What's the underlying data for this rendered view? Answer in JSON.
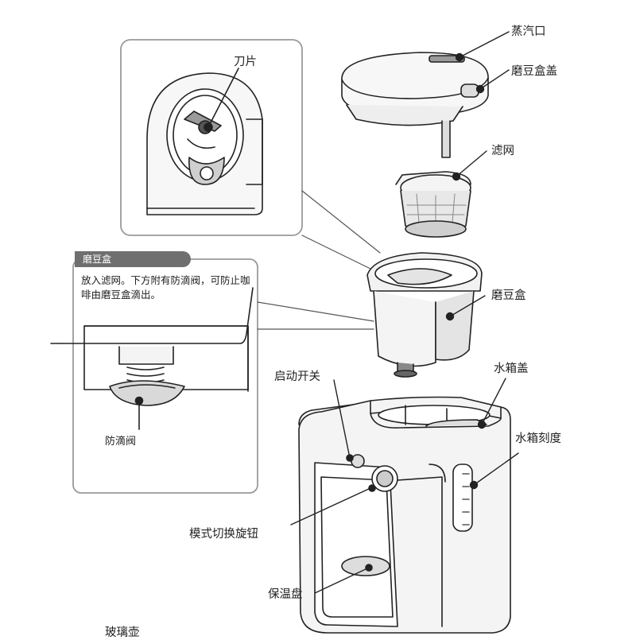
{
  "labels": {
    "steam_outlet": "蒸汽口",
    "grinder_lid": "磨豆盒盖",
    "blade": "刀片",
    "filter": "滤网",
    "grinder_box": "磨豆盒",
    "water_tank_lid": "水箱盖",
    "start_switch": "启动开关",
    "water_tank_scale": "水箱刻度",
    "mode_knob": "模式切换旋钮",
    "warming_plate": "保温盘",
    "drip_valve": "防滴阀",
    "glass_pot": "玻璃壶"
  },
  "inset": {
    "title": "磨豆盒",
    "description": "放入滤网。下方附有防滴阀，可防止咖啡由磨豆盒滴出。"
  },
  "colors": {
    "line": "#222222",
    "frame": "#9a9a9a",
    "title_bg": "#6f6f6f",
    "part_fill": "#f4f4f4",
    "dark_fill": "#cfcfcf"
  }
}
